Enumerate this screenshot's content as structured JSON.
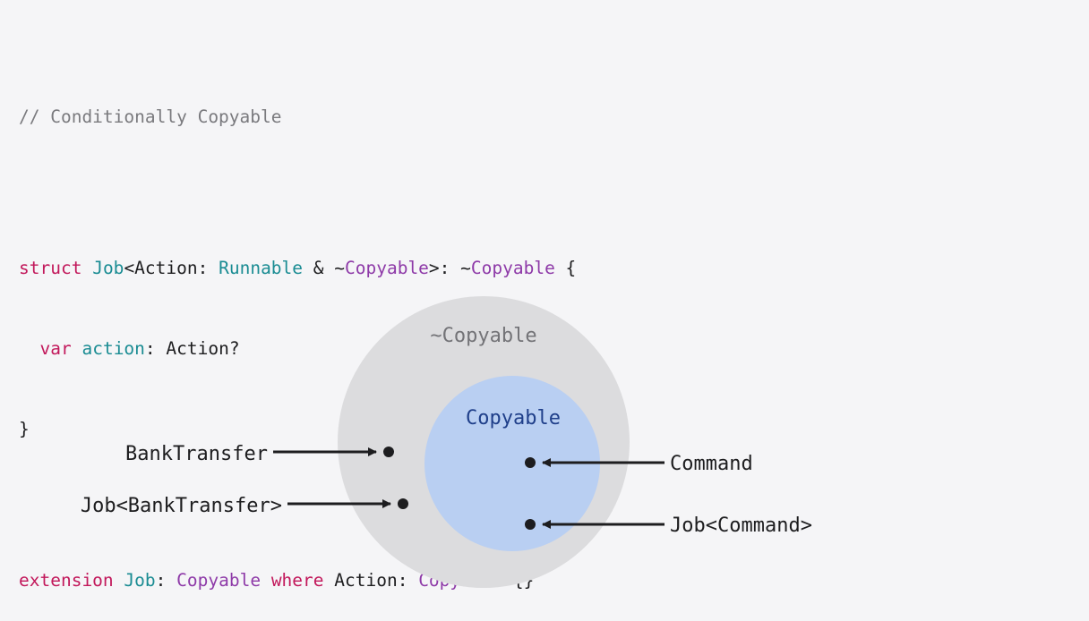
{
  "code": {
    "comment": "// Conditionally Copyable",
    "struct_line": {
      "kw_struct": "struct",
      "type_job": "Job",
      "lt_action": "<Action: ",
      "proto_runnable": "Runnable",
      "amp": " & ~",
      "proto_copyable1": "Copyable",
      "gt": ">: ~",
      "proto_copyable2": "Copyable",
      "brace": " {"
    },
    "var_line": {
      "indent": "  ",
      "kw_var": "var",
      "prop_action": "action",
      "rest": ": Action?"
    },
    "close_brace": "}",
    "ext_line": {
      "kw_extension": "extension",
      "type_job": "Job",
      "colon": ": ",
      "proto_copyable1": "Copyable",
      "kw_where": "where",
      "action": "Action: ",
      "proto_copyable2": "Copyable",
      "braces": " {}"
    }
  },
  "diagram": {
    "outer_label": "~Copyable",
    "inner_label": "Copyable",
    "left_labels": {
      "bank_transfer": "BankTransfer",
      "job_bank_transfer": "Job<BankTransfer>"
    },
    "right_labels": {
      "command": "Command",
      "job_command": "Job<Command>"
    }
  },
  "colors": {
    "background": "#f5f5f7",
    "outer_circle": "#dcdcde",
    "inner_circle": "#b9cff2",
    "inner_label": "#1f3f8a",
    "outer_label": "#737377",
    "keyword": "#c2185b",
    "type": "#1a8c93",
    "protocol": "#8e3aa8"
  }
}
